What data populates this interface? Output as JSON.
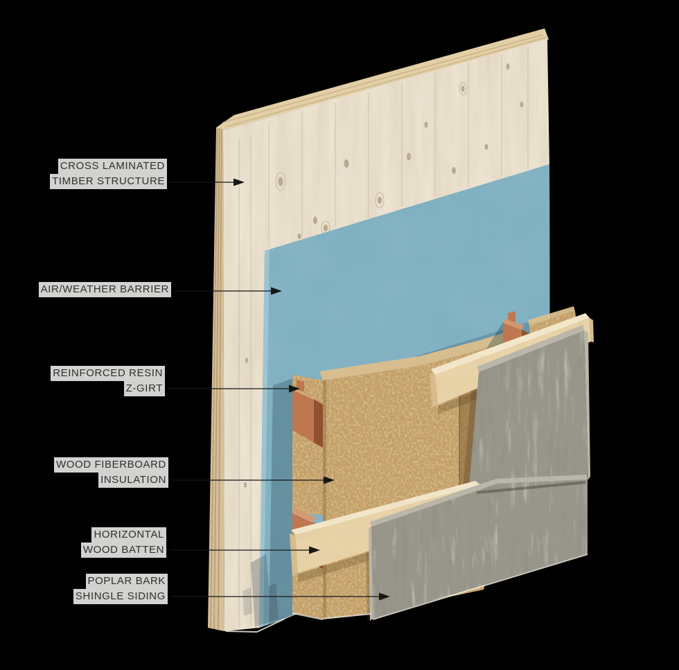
{
  "diagram": {
    "type": "axonometric-wall-assembly-detail",
    "background": "#000000",
    "callouts": [
      {
        "id": "clt",
        "lines": [
          "CROSS LAMINATED",
          "TIMBER STRUCTURE"
        ]
      },
      {
        "id": "barrier",
        "lines": [
          "AIR/WEATHER BARRIER"
        ]
      },
      {
        "id": "zgirt",
        "lines": [
          "REINFORCED RESIN",
          "Z-GIRT"
        ]
      },
      {
        "id": "insulation",
        "lines": [
          "WOOD FIBERBOARD",
          "INSULATION"
        ]
      },
      {
        "id": "batten",
        "lines": [
          "HORIZONTAL",
          "WOOD BATTEN"
        ]
      },
      {
        "id": "siding",
        "lines": [
          "POPLAR BARK",
          "SHINGLE SIDING"
        ]
      }
    ],
    "materials": {
      "clt_face": "#ece3d1",
      "clt_top": "#e2cfa6",
      "clt_edge": "#d6c09a",
      "barrier": "#7fb0c1",
      "zgirt": "#bf7750",
      "zgirt_dark": "#91512f",
      "zgirt_light": "#d29a72",
      "insulation": "#c8a267",
      "insulation_light": "#dcbf8c",
      "batten": "#e9d3a8",
      "batten_top": "#f4e8cc",
      "batten_end": "#d9bc8d",
      "bark": "#98958b",
      "bark_sliver": "#bab6a9",
      "line": "#161616",
      "label_bg": "#d2d2d0",
      "label_text": "#2f2f2d"
    }
  }
}
